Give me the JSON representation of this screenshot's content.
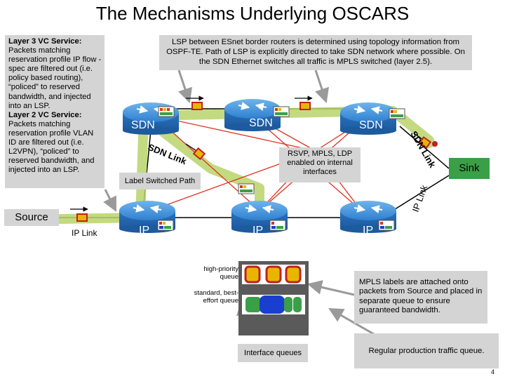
{
  "title": "The Mechanisms Underlying OSCARS",
  "layer_box": {
    "l3_heading": "Layer 3 VC Service:",
    "l3_text": "Packets matching reservation profile IP flow -spec are filtered out (i.e. policy based routing), “policed” to reserved bandwidth, and injected into an LSP.",
    "l2_heading": "Layer 2 VC Service:",
    "l2_text": "Packets matching reservation profile VLAN ID are filtered out (i.e. L2VPN), “policed” to reserved bandwidth, and injected into an LSP."
  },
  "lsp_note": "LSP between ESnet border routers is determined using topology information from OSPF-TE. Path of LSP is explicitly directed to take SDN network where possible. On the SDN Ethernet switches all traffic is MPLS switched (layer 2.5).",
  "routers": {
    "sdn": [
      "SDN",
      "SDN",
      "SDN"
    ],
    "ip": [
      "IP",
      "IP",
      "IP"
    ]
  },
  "links": {
    "sdn_link_left": "SDN Link",
    "sdn_link_right": "SDN Link",
    "ip_link_left": "IP Link",
    "ip_link_right": "IP Link"
  },
  "label_switched_path": "Label Switched Path",
  "rsvp_note": "RSVP, MPLS, LDP enabled on internal interfaces",
  "source": "Source",
  "sink": "Sink",
  "queues": {
    "high_priority": "high-priority queue",
    "best_effort": "standard, best-effort queue",
    "interface_queues": "Interface queues"
  },
  "mpls_note": "MPLS labels are attached onto packets from Source and placed in separate queue to ensure guaranteed bandwidth.",
  "regular_note": "Regular production traffic queue.",
  "page_number": "4",
  "colors": {
    "lsp_path": "#b9d36a",
    "router_blue": "#2e7fcf",
    "sink_green": "#3a9f47",
    "red_lines": "#e03020",
    "note_gray": "#d4d4d4"
  }
}
